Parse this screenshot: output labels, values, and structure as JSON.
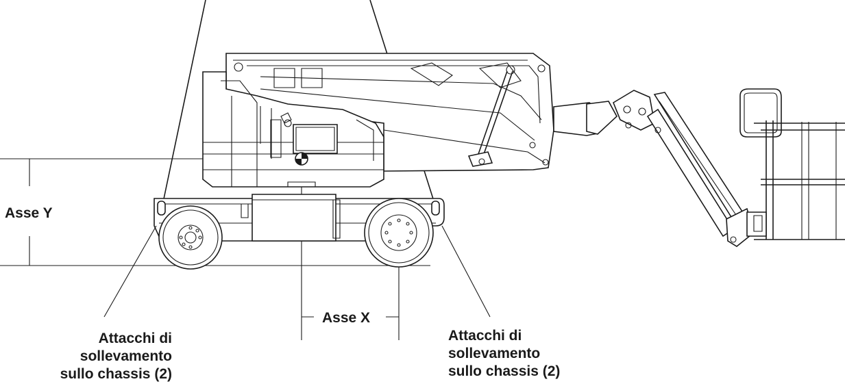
{
  "labels": {
    "axis_y": "Asse Y",
    "axis_x": "Asse X",
    "lift_points_left": [
      "Attacchi di",
      "sollevamento",
      "sullo chassis (2)"
    ],
    "lift_points_right": [
      "Attacchi di",
      "sollevamento",
      "sullo chassis (2)"
    ]
  }
}
